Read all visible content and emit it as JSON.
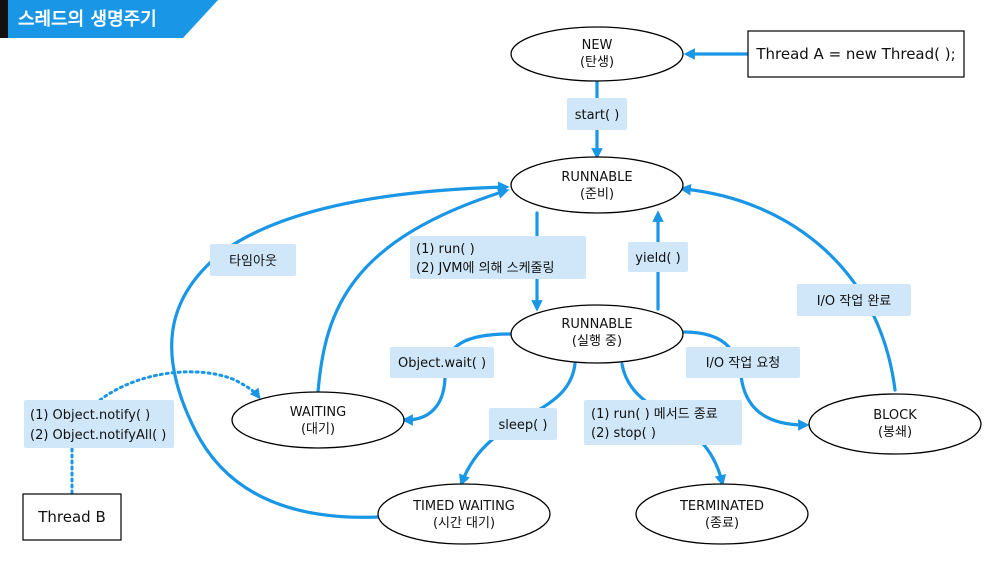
{
  "title": "스레드의 생명주기",
  "colors": {
    "accent": "#1a96e6",
    "label_bg": "#cfe7f8",
    "node_stroke": "#000000",
    "title_fg": "#ffffff"
  },
  "nodes": {
    "new": {
      "line1": "NEW",
      "line2": "(탄생)"
    },
    "runnable_ready": {
      "line1": "RUNNABLE",
      "line2": "(준비)"
    },
    "runnable_running": {
      "line1": "RUNNABLE",
      "line2": "(실행 중)"
    },
    "waiting": {
      "line1": "WAITING",
      "line2": "(대기)"
    },
    "timed_waiting": {
      "line1": "TIMED WAITING",
      "line2": "(시간 대기)"
    },
    "terminated": {
      "line1": "TERMINATED",
      "line2": "(종료)"
    },
    "block": {
      "line1": "BLOCK",
      "line2": "(봉쇄)"
    }
  },
  "boxes": {
    "thread_a": "Thread A = new Thread( );",
    "thread_b": "Thread B"
  },
  "labels": {
    "start": "start( )",
    "run1": "(1) run( )",
    "run2": "(2) JVM에 의해 스케줄링",
    "yield": "yield( )",
    "timeout": "타임아웃",
    "io_done": "I/O 작업 완료",
    "object_wait": "Object.wait( )",
    "io_request": "I/O 작업 요청",
    "sleep": "sleep( )",
    "end1": "(1) run( ) 메서드 종료",
    "end2": "(2) stop( )",
    "notify1": "(1) Object.notify( )",
    "notify2": "(2)  Object.notifyAll( )"
  }
}
